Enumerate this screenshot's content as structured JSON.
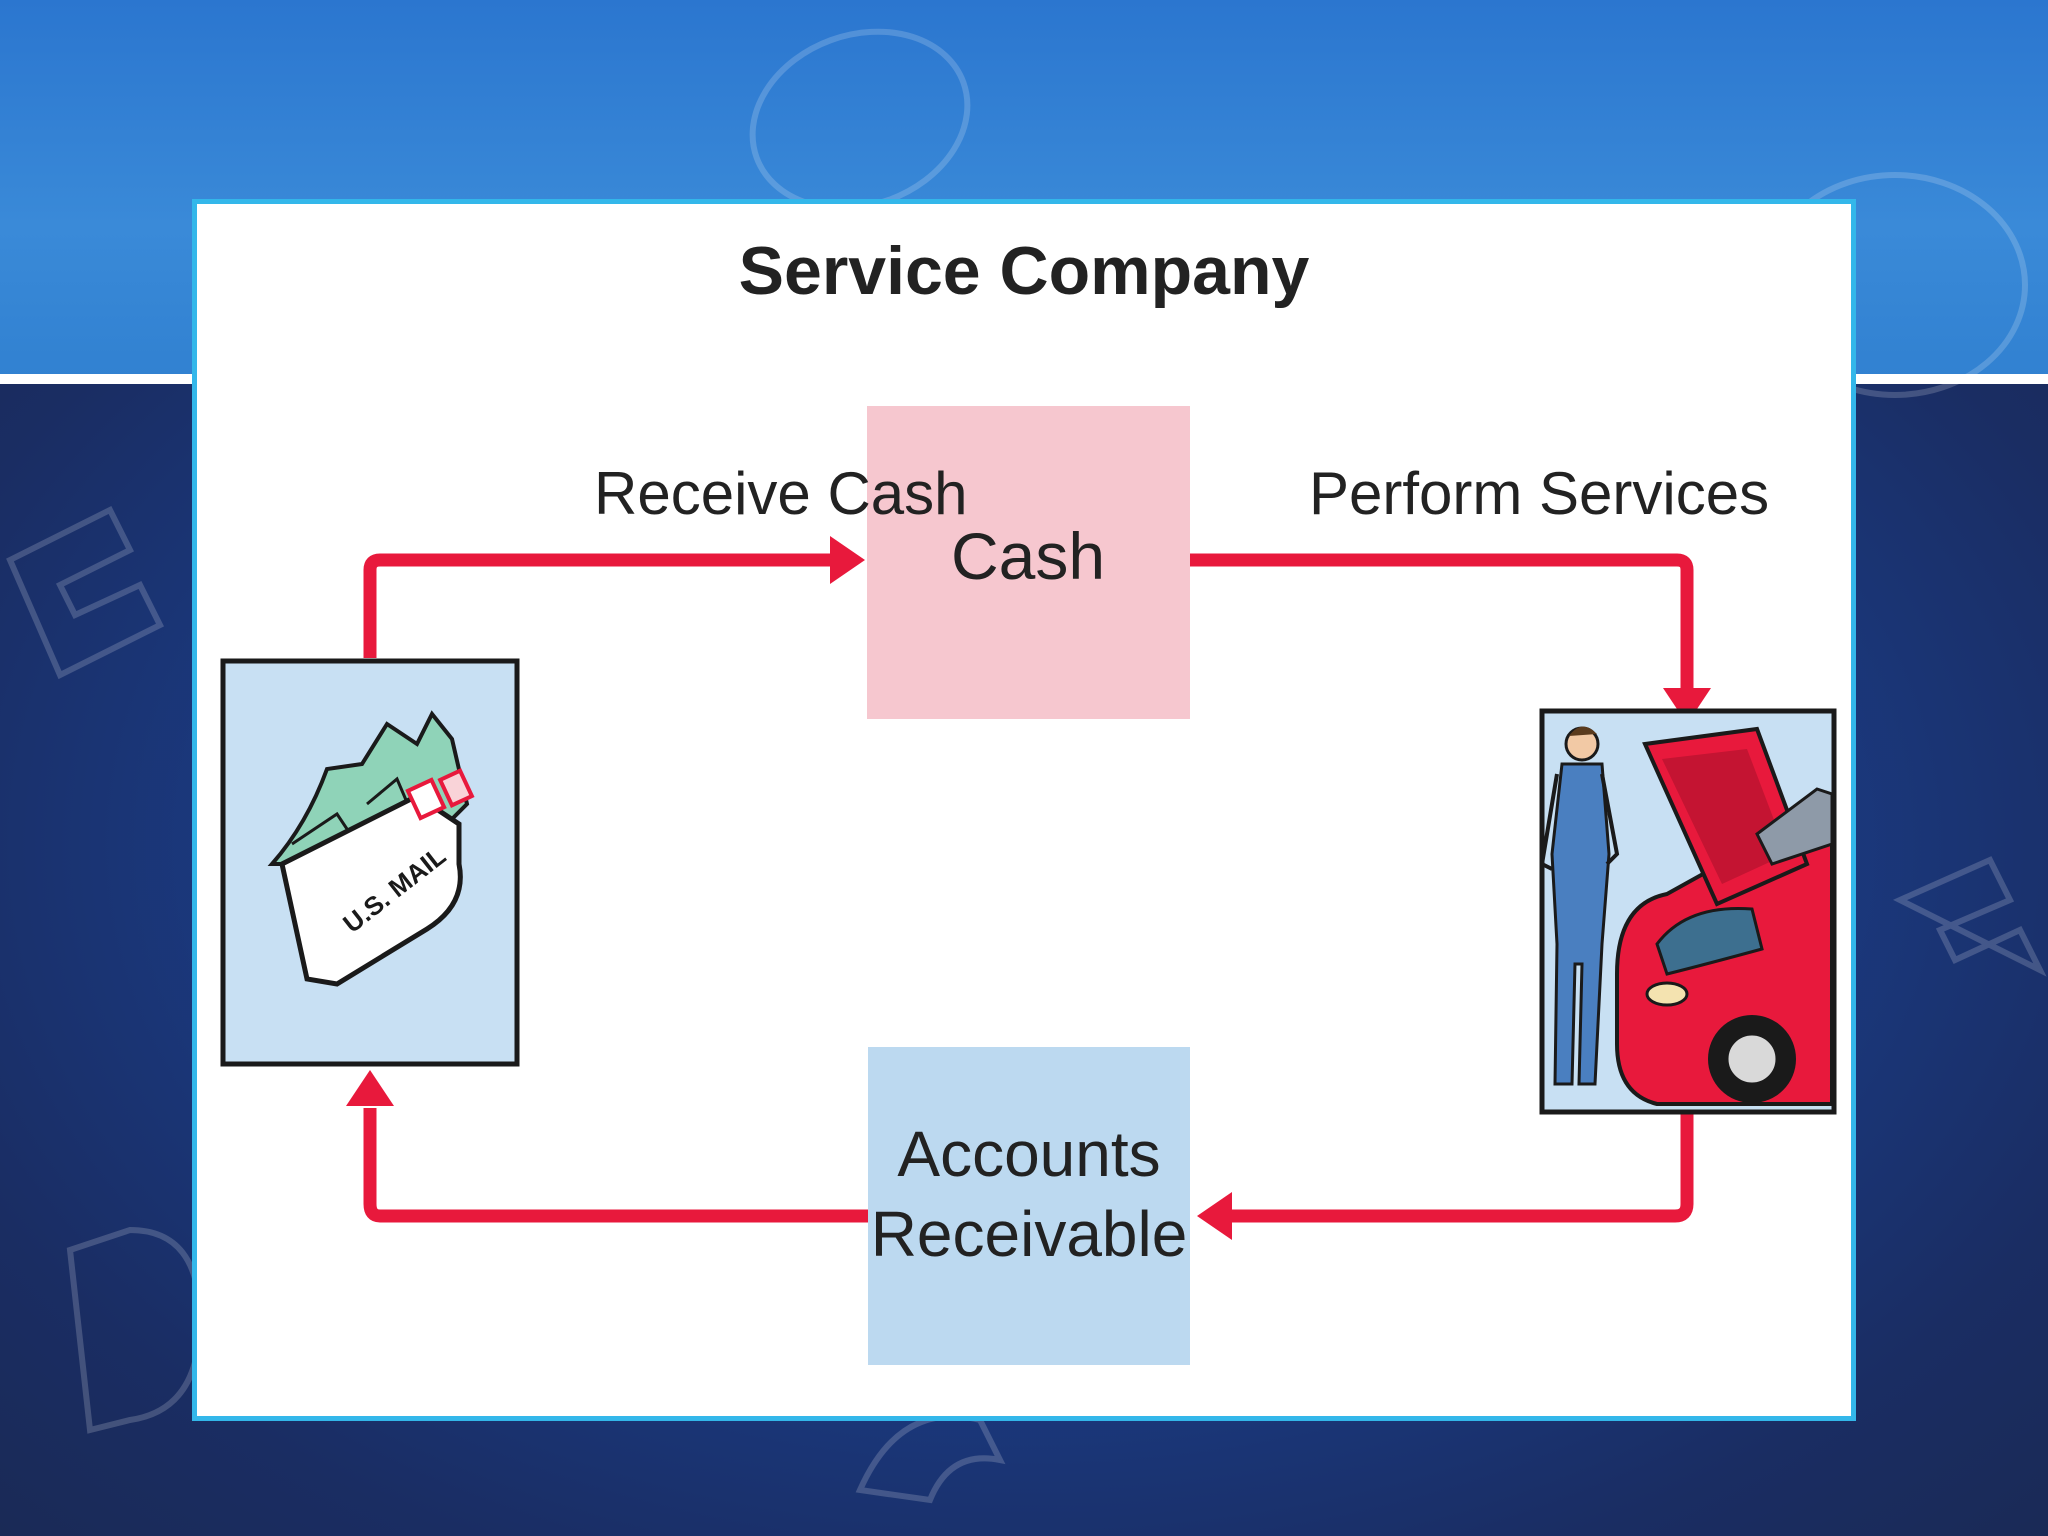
{
  "diagram": {
    "title": "Service Company",
    "flows": {
      "receive_cash": "Receive Cash",
      "perform_services": "Perform Services"
    },
    "nodes": {
      "cash": "Cash",
      "accounts_receivable_line1": "Accounts",
      "accounts_receivable_line2": "Receivable"
    },
    "illustrations": {
      "mail_label": "U.S. MAIL"
    }
  },
  "colors": {
    "arrow": "#e8193c",
    "cash_box": "#f6c7cf",
    "receivable_box": "#bcd9f0",
    "panel_border": "#33b7ea"
  },
  "icons": [
    "mail-envelope-with-cash-icon",
    "mechanic-with-car-icon"
  ]
}
